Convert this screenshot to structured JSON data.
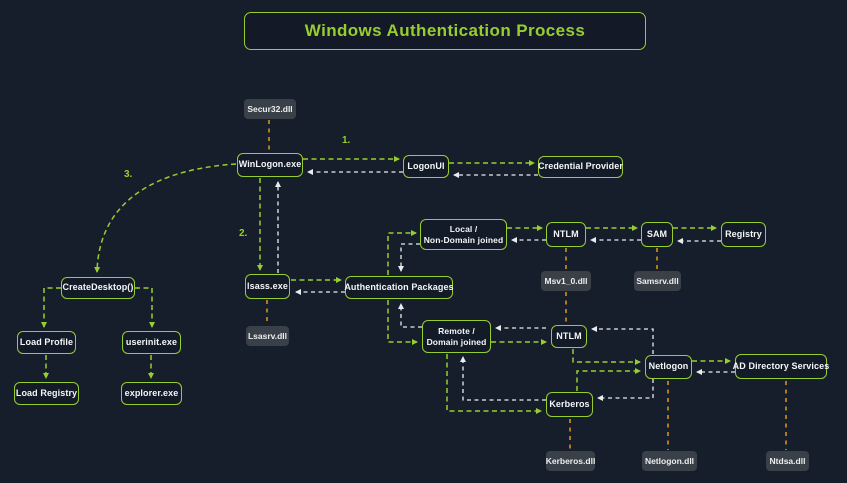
{
  "title": "Windows Authentication Process",
  "steps": {
    "one": "1.",
    "two": "2.",
    "three": "3."
  },
  "colors": {
    "background": "#161d2b",
    "accent_green": "#97ce2f",
    "line_white": "#e9ecef",
    "line_amber": "#c08418",
    "node_fill": "#141b28",
    "dll_fill": "#3a4048",
    "text_white": "#f5f6f7"
  },
  "nodes": {
    "secur32_dll": "Secur32.dll",
    "winlogon": "WinLogon.exe",
    "logonui": "LogonUI",
    "credential_provider": "Credential Provider",
    "create_desktop": "CreateDesktop()",
    "load_profile": "Load Profile",
    "load_registry": "Load Registry",
    "userinit": "userinit.exe",
    "explorer": "explorer.exe",
    "lsass": "lsass.exe",
    "lsasrv_dll": "Lsasrv.dll",
    "auth_packages": "Authentication Packages",
    "local_line1": "Local /",
    "local_line2": "Non-Domain joined",
    "ntlm_local": "NTLM",
    "sam": "SAM",
    "registry": "Registry",
    "msv1_dll": "Msv1_0.dll",
    "samsrv_dll": "Samsrv.dll",
    "remote_line1": "Remote /",
    "remote_line2": "Domain joined",
    "ntlm_domain": "NTLM",
    "netlogon": "Netlogon",
    "ad_directory_services": "AD Directory Services",
    "kerberos": "Kerberos",
    "kerberos_dll": "Kerberos.dll",
    "netlogon_dll": "Netlogon.dll",
    "ntdsa_dll": "Ntdsa.dll"
  }
}
